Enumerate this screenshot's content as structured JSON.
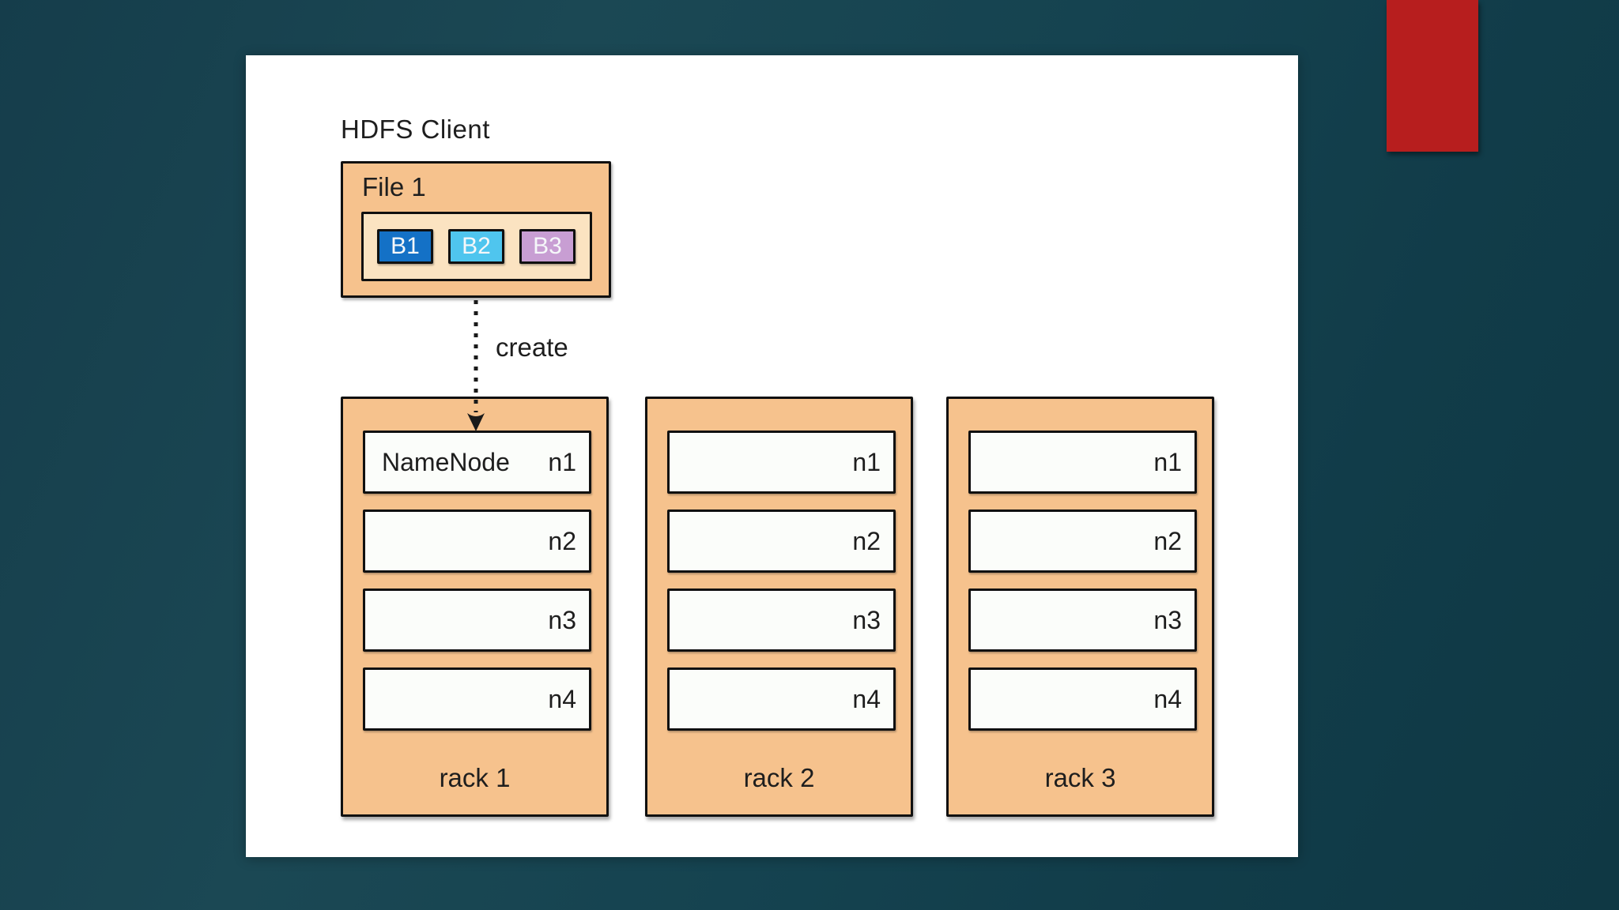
{
  "slide": {
    "client_label": "HDFS Client",
    "file": {
      "title": "File 1",
      "blocks": [
        {
          "label": "B1",
          "color": "#1471c6"
        },
        {
          "label": "B2",
          "color": "#4fc5ee"
        },
        {
          "label": "B3",
          "color": "#c89ed3"
        }
      ]
    },
    "arrow_label": "create",
    "racks": [
      {
        "name": "rack 1",
        "nodes": [
          {
            "role": "NameNode",
            "id": "n1"
          },
          {
            "id": "n2"
          },
          {
            "id": "n3"
          },
          {
            "id": "n4"
          }
        ]
      },
      {
        "name": "rack 2",
        "nodes": [
          {
            "id": "n1"
          },
          {
            "id": "n2"
          },
          {
            "id": "n3"
          },
          {
            "id": "n4"
          }
        ]
      },
      {
        "name": "rack 3",
        "nodes": [
          {
            "id": "n1"
          },
          {
            "id": "n2"
          },
          {
            "id": "n3"
          },
          {
            "id": "n4"
          }
        ]
      }
    ]
  },
  "colors": {
    "background_teal": "#154350",
    "accent_red": "#b71e1e",
    "slide_fill": "#ffffff",
    "rack_fill": "#f6c28d",
    "file_fill": "#f6c28d",
    "tray_fill": "#fbe3c1",
    "node_fill": "#fbfdfa",
    "outline": "#101010",
    "text": "#1e1e1e",
    "arrow": "#1a1a1a"
  }
}
